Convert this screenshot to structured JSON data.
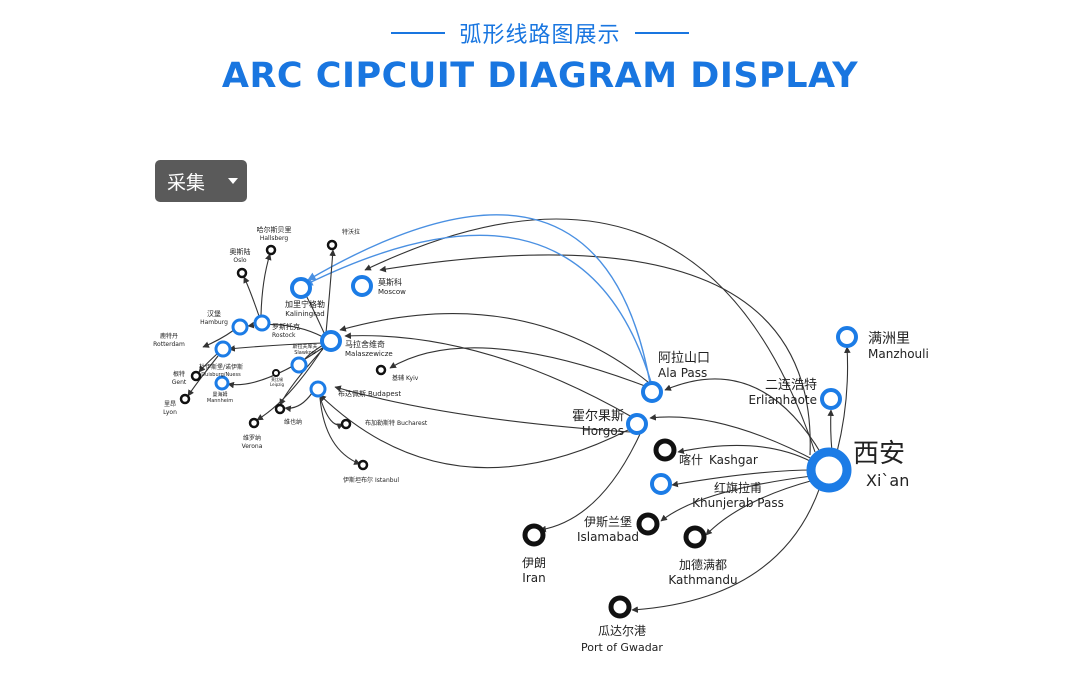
{
  "header": {
    "subtitle": "弧形线路图展示",
    "title": "ARC CIPCUIT DIAGRAM DISPLAY"
  },
  "dropdown": {
    "label": "采集"
  },
  "colors": {
    "accent": "#1976e0",
    "node_blue": "#1c7ce6",
    "arc_gray": "#333333",
    "arc_blue": "#4a90e2"
  },
  "nodes": [
    {
      "id": "xian",
      "cn": "西安",
      "en": "Xi`an",
      "type": "hub"
    },
    {
      "id": "manzhouli",
      "cn": "满洲里",
      "en": "Manzhouli",
      "type": "blue"
    },
    {
      "id": "erlianhaote",
      "cn": "二连浩特",
      "en": "Erlianhaote",
      "type": "blue"
    },
    {
      "id": "ala",
      "cn": "阿拉山口",
      "en": "Ala Pass",
      "type": "blue"
    },
    {
      "id": "horgos",
      "cn": "霍尔果斯",
      "en": "Horgos",
      "type": "blue"
    },
    {
      "id": "kashgar",
      "cn": "喀什",
      "en": "Kashgar",
      "type": "black"
    },
    {
      "id": "khunjerab",
      "cn": "红旗拉甫",
      "en": "Khunjerab Pass",
      "type": "blue"
    },
    {
      "id": "islamabad",
      "cn": "伊斯兰堡",
      "en": "Islamabad",
      "type": "black"
    },
    {
      "id": "iran",
      "cn": "伊朗",
      "en": "Iran",
      "type": "black"
    },
    {
      "id": "kathmandu",
      "cn": "加德满都",
      "en": "Kathmandu",
      "type": "black"
    },
    {
      "id": "gwadar",
      "cn": "瓜达尔港",
      "en": "Port of Gwadar",
      "type": "black"
    },
    {
      "id": "moscow",
      "cn": "莫斯科",
      "en": "Moscow",
      "type": "blue"
    },
    {
      "id": "kaliningrad",
      "cn": "加里宁格勒",
      "en": "Kaliningrad",
      "type": "blue"
    },
    {
      "id": "malaszewicze",
      "cn": "马拉舍维奇",
      "en": "Malaszewicze",
      "type": "blue"
    },
    {
      "id": "rostock",
      "cn": "罗斯托克",
      "en": "Rostock",
      "type": "blue"
    },
    {
      "id": "hamburg",
      "cn": "汉堡",
      "en": "Hamburg",
      "type": "blue"
    },
    {
      "id": "rotterdam",
      "cn": "鹿特丹",
      "en": "Rotterdam",
      "type": "blue"
    },
    {
      "id": "duisburg",
      "cn": "杜伊斯堡/诺伊斯",
      "en": "Duisburg/Nuess",
      "type": "blue"
    },
    {
      "id": "mannheim",
      "cn": "曼海姆",
      "en": "Mannheim",
      "type": "blue"
    },
    {
      "id": "slawkow",
      "cn": "斯拉夫库夫",
      "en": "Slawkow",
      "type": "blue"
    },
    {
      "id": "budapest",
      "cn": "布达佩斯",
      "en": "Budapest",
      "type": "blue"
    },
    {
      "id": "hallsberg",
      "cn": "哈尔斯贝里",
      "en": "Hallsberg",
      "type": "black"
    },
    {
      "id": "oslo",
      "cn": "奥斯陆",
      "en": "Oslo",
      "type": "black"
    },
    {
      "id": "tekezi",
      "cn": "特沃拉",
      "en": "",
      "type": "black"
    },
    {
      "id": "gent",
      "cn": "根特",
      "en": "Gent",
      "type": "black"
    },
    {
      "id": "lyon",
      "cn": "里昂",
      "en": "Lyon",
      "type": "black"
    },
    {
      "id": "verona",
      "cn": "维罗纳",
      "en": "Verona",
      "type": "black"
    },
    {
      "id": "vienna",
      "cn": "维也纳",
      "en": "",
      "type": "black"
    },
    {
      "id": "kyiv",
      "cn": "基辅",
      "en": "Kyiv",
      "type": "black"
    },
    {
      "id": "bucharest",
      "cn": "布加勒斯特",
      "en": "Bucharest",
      "type": "black"
    },
    {
      "id": "istanbul",
      "cn": "伊斯坦布尔",
      "en": "Istanbul",
      "type": "black"
    },
    {
      "id": "lesiao",
      "cn": "莱比锡",
      "en": "Leipzig",
      "type": "black"
    }
  ]
}
